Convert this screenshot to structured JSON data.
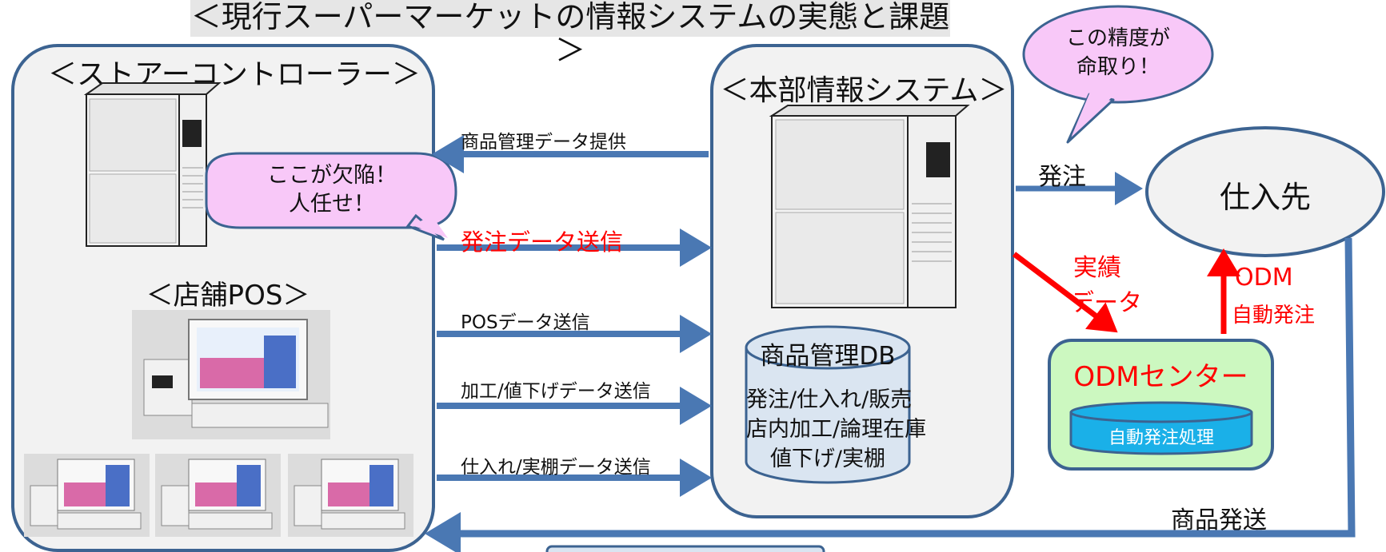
{
  "title": "＜現行スーパーマーケットの情報システムの実態と課題＞",
  "store_controller": {
    "title": "＜ストアーコントローラー＞",
    "pos_title": "＜店舗POS＞"
  },
  "hq_system": {
    "title": "＜本部情報システム＞",
    "db_title": "商品管理DB",
    "db_lines": [
      "発注/仕入れ/販売",
      "店内加工/論理在庫",
      "値下げ/実棚"
    ]
  },
  "arrows": {
    "product_data": "商品管理データ提供",
    "order_data": "発注データ送信",
    "pos_data": "POSデータ送信",
    "processing_data": "加工/値下げデータ送信",
    "stock_data": "仕入れ/実棚データ送信",
    "order": "発注",
    "actual_data_line1": "実績",
    "actual_data_line2": "データ",
    "odm_line1": "ODM",
    "odm_line2": "自動発注",
    "shipping": "商品発送"
  },
  "bubbles": {
    "defect_line1": "ここが欠陥！",
    "defect_line2": "人任せ！",
    "precision_line1": "この精度が",
    "precision_line2": "命取り！"
  },
  "supplier": "仕入先",
  "odm_center": {
    "title": "ODMセンター",
    "process": "自動発注処理"
  },
  "colors": {
    "panel_border": "#3c6391",
    "arrow_blue": "#4a78b3",
    "arrow_red": "#ff0000",
    "bubble_fill": "#f8c8f8",
    "odm_fill": "#ccf8c0",
    "process_fill": "#1ab0e8",
    "db_fill": "#dae5f1"
  }
}
